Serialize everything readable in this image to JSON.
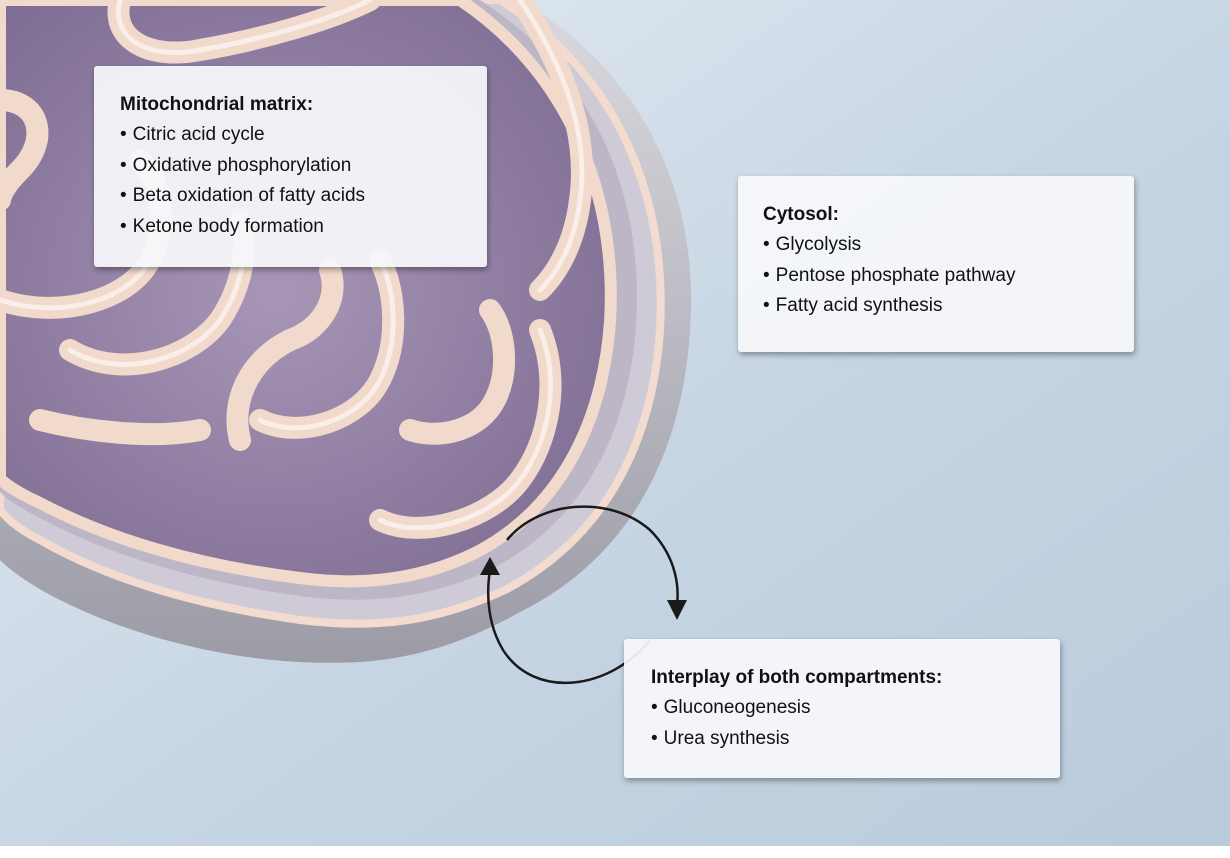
{
  "panels": {
    "matrix": {
      "title": "Mitochondrial matrix:",
      "items": [
        "Citric acid cycle",
        "Oxidative phosphorylation",
        "Beta oxidation of fatty acids",
        "Ketone body formation"
      ]
    },
    "cytosol": {
      "title": "Cytosol:",
      "items": [
        "Glycolysis",
        "Pentose phosphate pathway",
        "Fatty acid synthesis"
      ]
    },
    "interplay": {
      "title": "Interplay of both compartments:",
      "items": [
        "Gluconeogenesis",
        "Urea synthesis"
      ]
    }
  },
  "credit": "",
  "colors": {
    "background": "#c9d8e6",
    "matrix": "#8d7b9f",
    "membrane": "#f1d9cc",
    "panel": "#f6f8fb",
    "arrow": "#1a1a1a"
  }
}
